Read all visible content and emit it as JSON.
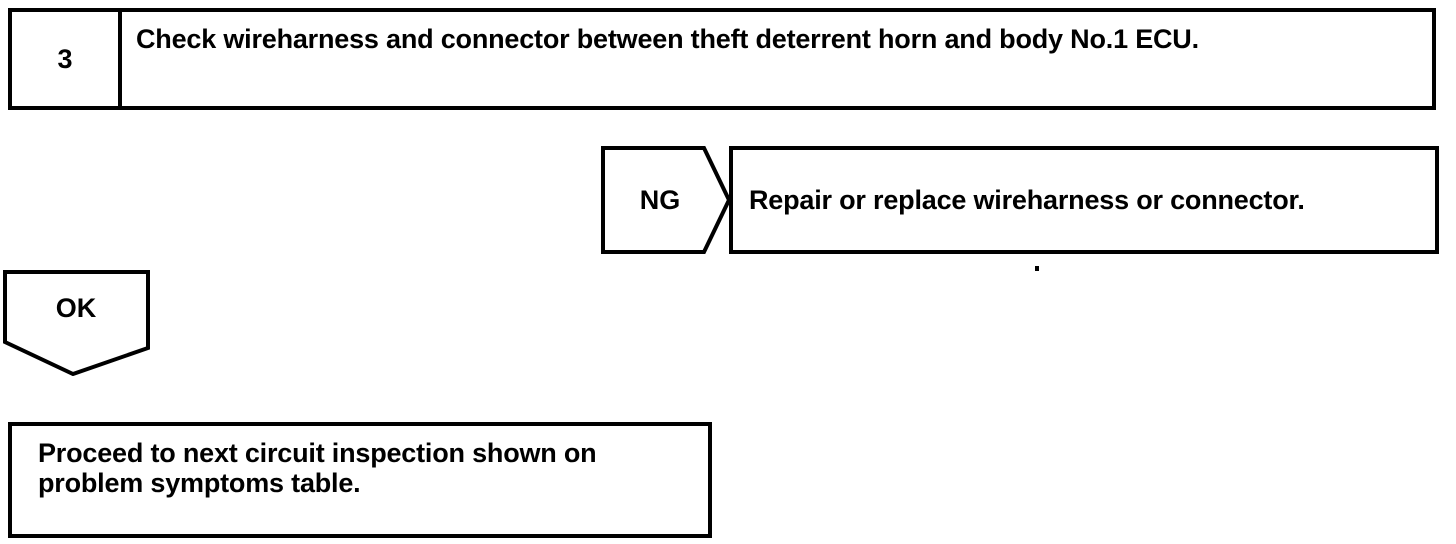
{
  "page": {
    "background_color": "#ffffff",
    "ink_color": "#000000"
  },
  "step": {
    "number": "3",
    "instruction": "Check wireharness and connector between theft deterrent horn and body No.1 ECU."
  },
  "branches": {
    "ng": {
      "label": "NG",
      "shape": "pentagon-right",
      "result_text": "Repair or replace wireharness or connector."
    },
    "ok": {
      "label": "OK",
      "shape": "pentagon-down",
      "result_text": "Proceed to next circuit inspection shown on problem symptoms table."
    }
  }
}
